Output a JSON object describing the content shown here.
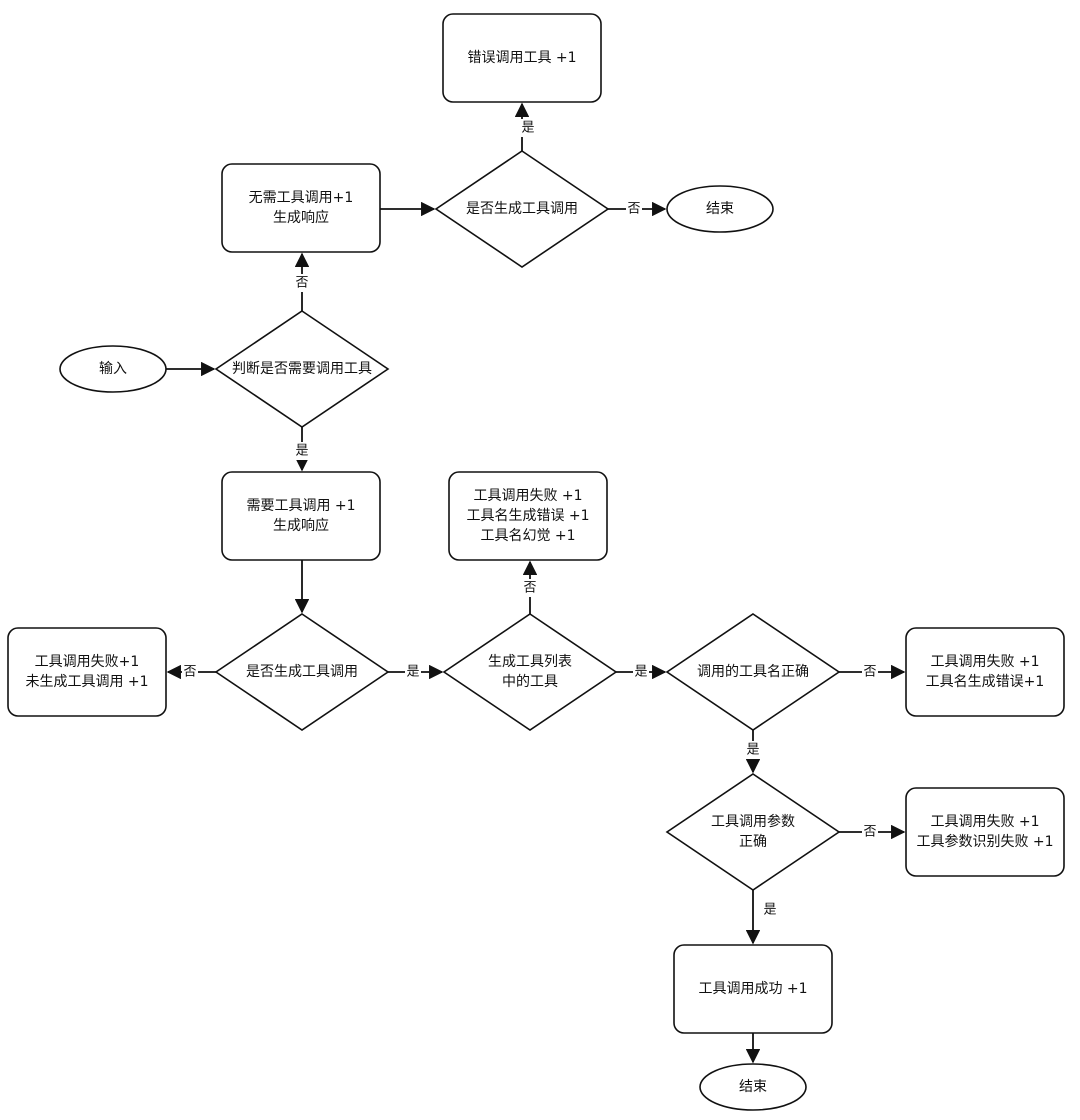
{
  "diagram": {
    "nodes": {
      "input": {
        "lines": [
          "输入"
        ]
      },
      "decide_need": {
        "lines": [
          "判断是否需要调用工具"
        ]
      },
      "no_need": {
        "lines": [
          "无需工具调用+1",
          "生成响应"
        ]
      },
      "gen_call_top": {
        "lines": [
          "是否生成工具调用"
        ]
      },
      "wrong_call": {
        "lines": [
          "错误调用工具 +1"
        ]
      },
      "end_top": {
        "lines": [
          "结束"
        ]
      },
      "need": {
        "lines": [
          "需要工具调用 +1",
          "生成响应"
        ]
      },
      "gen_call_mid": {
        "lines": [
          "是否生成工具调用"
        ]
      },
      "fail_no_call": {
        "lines": [
          "工具调用失败+1",
          "未生成工具调用 +1"
        ]
      },
      "in_list": {
        "lines": [
          "生成工具列表",
          "中的工具"
        ]
      },
      "fail_halluc": {
        "lines": [
          "工具调用失败 +1",
          "工具名生成错误 +1",
          "工具名幻觉 +1"
        ]
      },
      "name_ok": {
        "lines": [
          "调用的工具名正确"
        ]
      },
      "fail_name": {
        "lines": [
          "工具调用失败 +1",
          "工具名生成错误+1"
        ]
      },
      "param_ok": {
        "lines": [
          "工具调用参数",
          "正确"
        ]
      },
      "fail_param": {
        "lines": [
          "工具调用失败 +1",
          "工具参数识别失败 +1"
        ]
      },
      "success": {
        "lines": [
          "工具调用成功 +1"
        ]
      },
      "end_bottom": {
        "lines": [
          "结束"
        ]
      }
    },
    "edge_labels": {
      "yes": "是",
      "no": "否"
    }
  }
}
